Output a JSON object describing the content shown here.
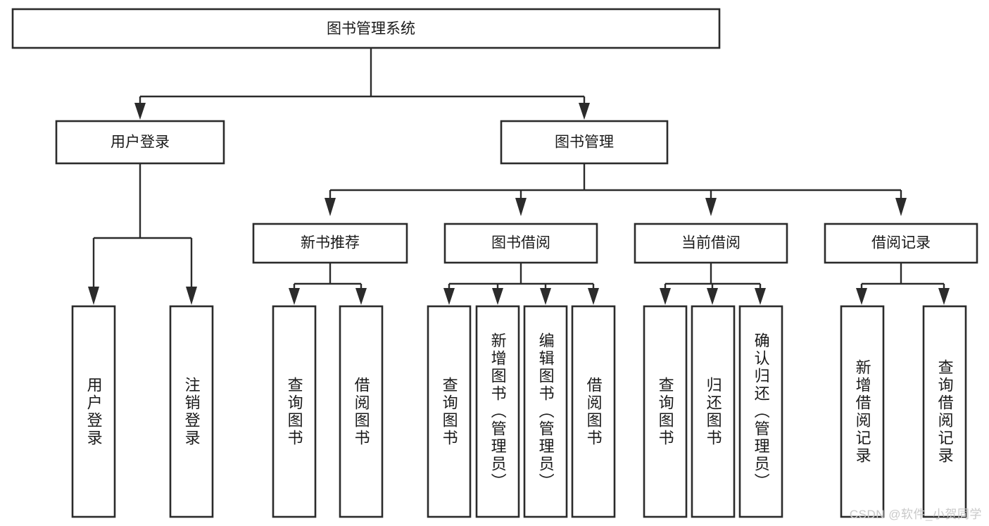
{
  "diagram": {
    "type": "tree-hierarchy",
    "title": "图书管理系统",
    "background_color": "#ffffff",
    "line_color": "#2b2b2b",
    "text_color": "#1a1a1a",
    "root": {
      "label": "图书管理系统",
      "children": [
        {
          "label": "用户登录",
          "children": [
            {
              "label": "用户登录"
            },
            {
              "label": "注销登录"
            }
          ]
        },
        {
          "label": "图书管理",
          "children": [
            {
              "label": "新书推荐",
              "children": [
                {
                  "label": "查询图书"
                },
                {
                  "label": "借阅图书"
                }
              ]
            },
            {
              "label": "图书借阅",
              "children": [
                {
                  "label": "查询图书"
                },
                {
                  "label": "新增图书（管理员）"
                },
                {
                  "label": "编辑图书（管理员）"
                },
                {
                  "label": "借阅图书"
                }
              ]
            },
            {
              "label": "当前借阅",
              "children": [
                {
                  "label": "查询图书"
                },
                {
                  "label": "归还图书"
                },
                {
                  "label": "确认归还（管理员）"
                }
              ]
            },
            {
              "label": "借阅记录",
              "children": [
                {
                  "label": "新增借阅记录"
                },
                {
                  "label": "查询借阅记录"
                }
              ]
            }
          ]
        }
      ]
    }
  },
  "nodes": {
    "root_title": "图书管理系统",
    "l2_user_login": "用户登录",
    "l2_book_manage": "图书管理",
    "l3_new_book_rec": "新书推荐",
    "l3_book_borrow": "图书借阅",
    "l3_current_borrow": "当前借阅",
    "l3_borrow_record": "借阅记录",
    "leaf_user_login": "用户登录",
    "leaf_logout": "注销登录",
    "leaf_rec_query_book": "查询图书",
    "leaf_rec_borrow_book": "借阅图书",
    "leaf_bb_query_book": "查询图书",
    "leaf_bb_add_book": "新增图书（管理员）",
    "leaf_bb_edit_book": "编辑图书（管理员）",
    "leaf_bb_borrow_book": "借阅图书",
    "leaf_cb_query_book": "查询图书",
    "leaf_cb_return_book": "归还图书",
    "leaf_cb_confirm_return": "确认归还（管理员）",
    "leaf_br_add_record": "新增借阅记录",
    "leaf_br_query_record": "查询借阅记录"
  },
  "watermark": {
    "text": "CSDN @软件_小贺同学"
  }
}
